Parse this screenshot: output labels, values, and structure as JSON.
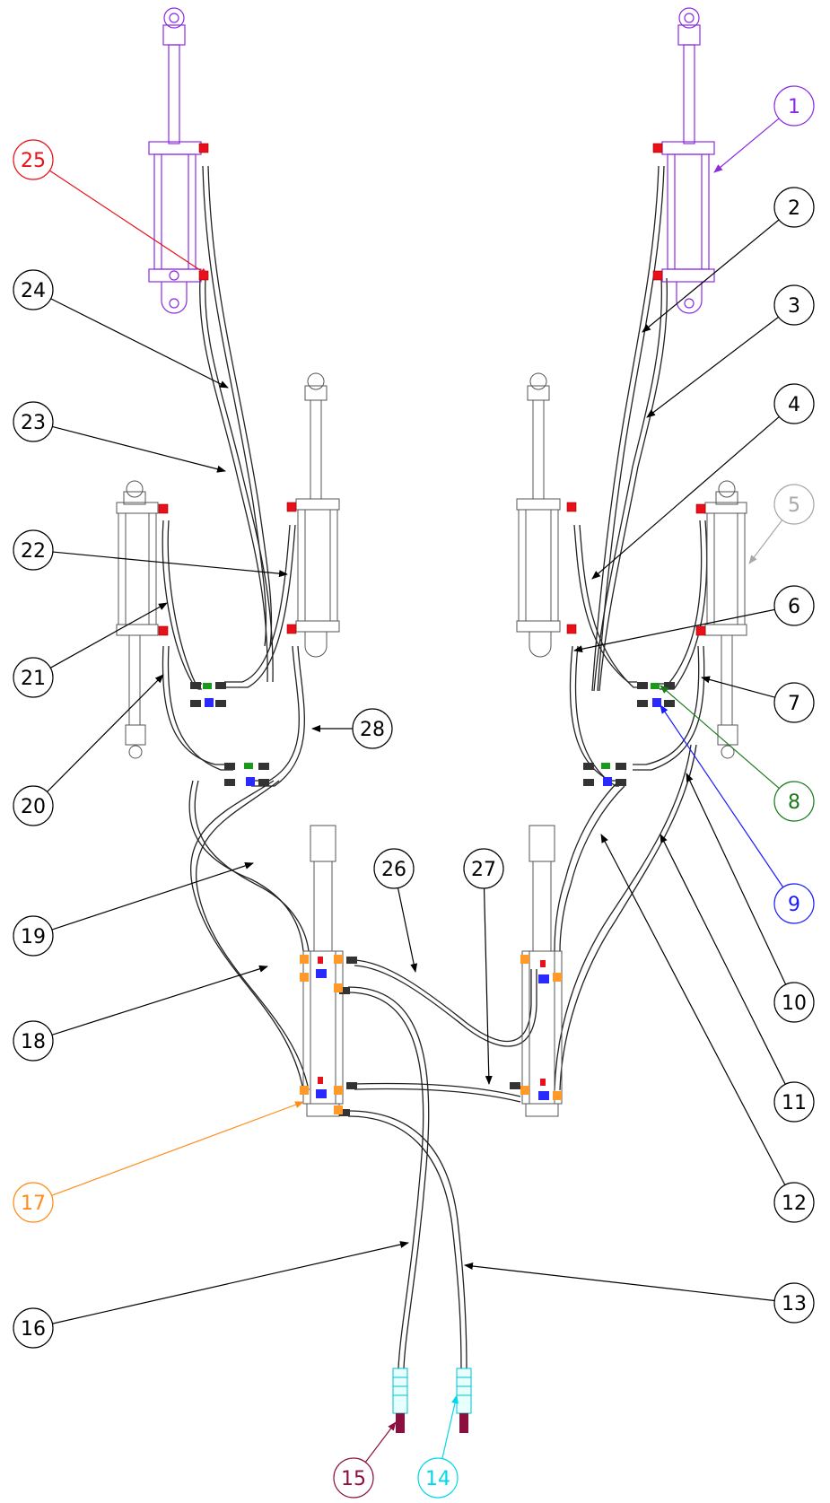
{
  "colors": {
    "default": "#000000",
    "violet": "#8a2be2",
    "red": "#e8101a",
    "gray": "#a8a8a8",
    "green": "#1a7a1a",
    "blue": "#1a1aff",
    "orange": "#ff8c1a",
    "maroon": "#8b1040",
    "cyan": "#00d8e8"
  },
  "balloons": [
    {
      "id": "1",
      "label": "1",
      "color": "violet"
    },
    {
      "id": "2",
      "label": "2",
      "color": "default"
    },
    {
      "id": "3",
      "label": "3",
      "color": "default"
    },
    {
      "id": "4",
      "label": "4",
      "color": "default"
    },
    {
      "id": "5",
      "label": "5",
      "color": "gray"
    },
    {
      "id": "6",
      "label": "6",
      "color": "default"
    },
    {
      "id": "7",
      "label": "7",
      "color": "default"
    },
    {
      "id": "8",
      "label": "8",
      "color": "green"
    },
    {
      "id": "9",
      "label": "9",
      "color": "blue"
    },
    {
      "id": "10",
      "label": "10",
      "color": "default"
    },
    {
      "id": "11",
      "label": "11",
      "color": "default"
    },
    {
      "id": "12",
      "label": "12",
      "color": "default"
    },
    {
      "id": "13",
      "label": "13",
      "color": "default"
    },
    {
      "id": "14",
      "label": "14",
      "color": "cyan"
    },
    {
      "id": "15",
      "label": "15",
      "color": "maroon"
    },
    {
      "id": "16",
      "label": "16",
      "color": "default"
    },
    {
      "id": "17",
      "label": "17",
      "color": "orange"
    },
    {
      "id": "18",
      "label": "18",
      "color": "default"
    },
    {
      "id": "19",
      "label": "19",
      "color": "default"
    },
    {
      "id": "20",
      "label": "20",
      "color": "default"
    },
    {
      "id": "21",
      "label": "21",
      "color": "default"
    },
    {
      "id": "22",
      "label": "22",
      "color": "default"
    },
    {
      "id": "23",
      "label": "23",
      "color": "default"
    },
    {
      "id": "24",
      "label": "24",
      "color": "default"
    },
    {
      "id": "25",
      "label": "25",
      "color": "red"
    },
    {
      "id": "26",
      "label": "26",
      "color": "default"
    },
    {
      "id": "27",
      "label": "27",
      "color": "default"
    },
    {
      "id": "28",
      "label": "28",
      "color": "default"
    }
  ]
}
